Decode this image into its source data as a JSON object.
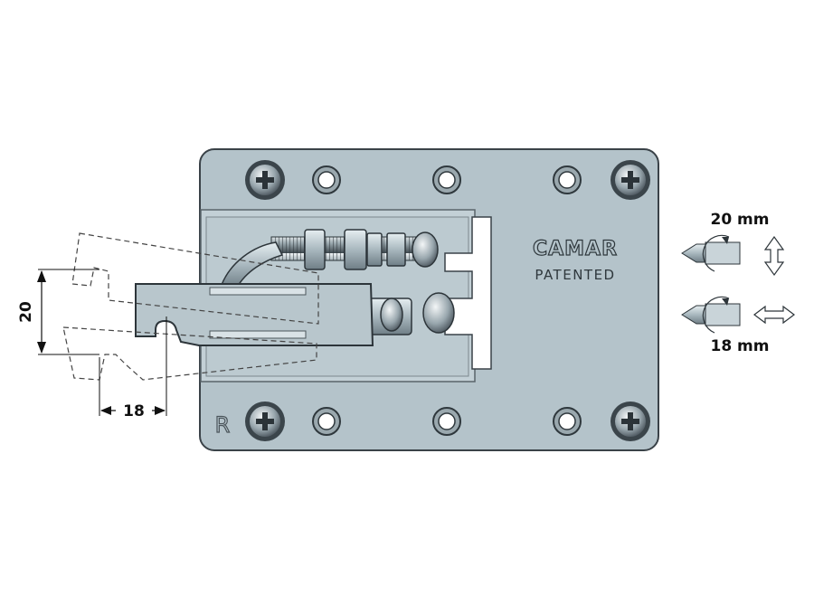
{
  "plate": {
    "brand": "CAMAR",
    "patent": "PATENTED",
    "side_mark": "R"
  },
  "dimensions": {
    "vertical": "20",
    "horizontal": "18"
  },
  "adjustments": [
    {
      "label": "20 mm",
      "direction": "vertical",
      "tool": "phillips-screwdriver-icon"
    },
    {
      "label": "18 mm",
      "direction": "horizontal",
      "tool": "phillips-screwdriver-icon"
    }
  ],
  "colors": {
    "plate_fill": "#b4c3ca",
    "plate_stroke": "#3a4248",
    "slot_fill": "#ffffff",
    "dash": "#444444",
    "text": "#111111"
  }
}
